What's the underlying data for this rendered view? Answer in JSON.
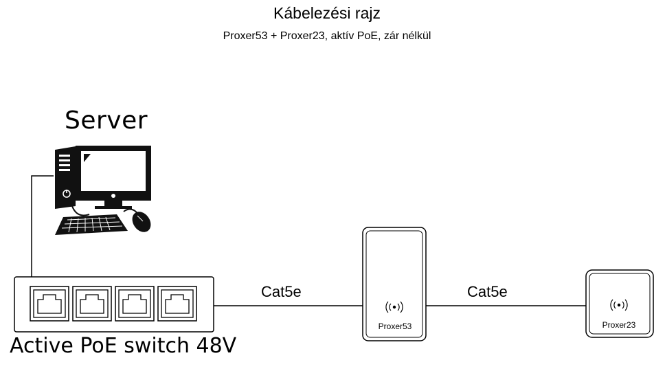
{
  "title": "Kábelezési rajz",
  "subtitle": "Proxer53 + Proxer23, aktív PoE, zár nélkül",
  "server": {
    "label": "Server"
  },
  "switch": {
    "label": "Active PoE switch 48V",
    "port_count": 4
  },
  "cables": [
    {
      "label": "Cat5e"
    },
    {
      "label": "Cat5e"
    }
  ],
  "devices": [
    {
      "label": "Proxer53",
      "icon": "rfid-wave-icon"
    },
    {
      "label": "Proxer23",
      "icon": "rfid-wave-icon"
    }
  ]
}
